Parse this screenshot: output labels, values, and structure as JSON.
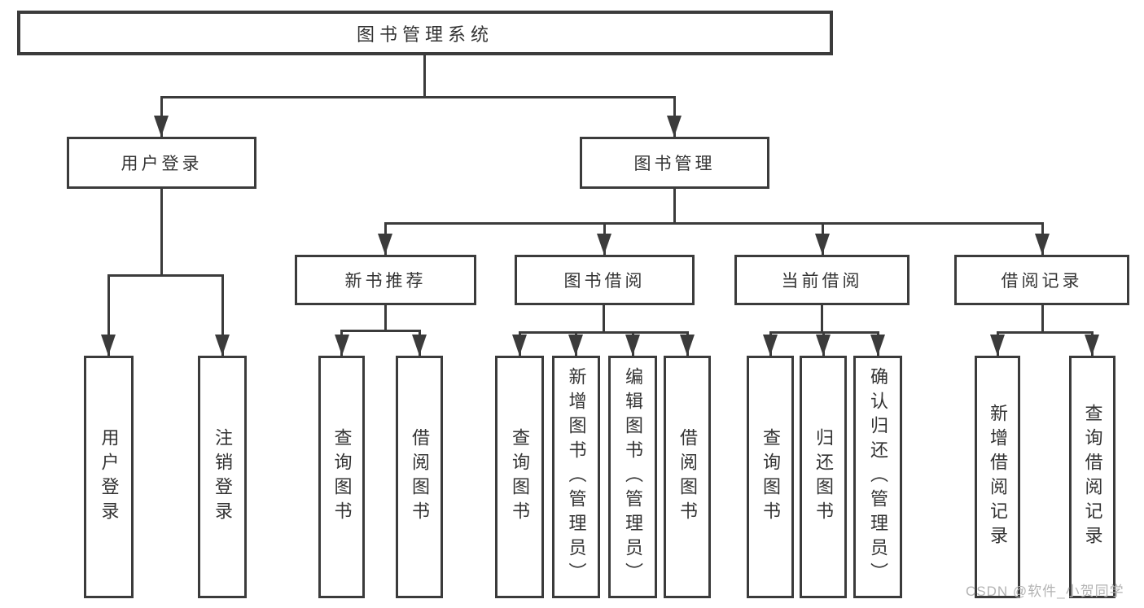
{
  "diagram": {
    "root": {
      "label": "图书管理系统"
    },
    "branches": [
      {
        "label": "用户登录",
        "children": [
          {
            "label": "用户登录"
          },
          {
            "label": "注销登录"
          }
        ]
      },
      {
        "label": "图书管理",
        "children": [
          {
            "label": "新书推荐",
            "children": [
              {
                "label": "查询图书"
              },
              {
                "label": "借阅图书"
              }
            ]
          },
          {
            "label": "图书借阅",
            "children": [
              {
                "label": "查询图书"
              },
              {
                "label": "新增图书（管理员）"
              },
              {
                "label": "编辑图书（管理员）"
              },
              {
                "label": "借阅图书"
              }
            ]
          },
          {
            "label": "当前借阅",
            "children": [
              {
                "label": "查询图书"
              },
              {
                "label": "归还图书"
              },
              {
                "label": "确认归还（管理员）"
              }
            ]
          },
          {
            "label": "借阅记录",
            "children": [
              {
                "label": "新增借阅记录"
              },
              {
                "label": "查询借阅记录"
              }
            ]
          }
        ]
      }
    ]
  },
  "watermark": {
    "text": "CSDN @软件_小贺同学"
  },
  "colors": {
    "line": "#3b3b3b",
    "text": "#333333",
    "watermark": "#b3b3b3",
    "background": "#ffffff"
  }
}
